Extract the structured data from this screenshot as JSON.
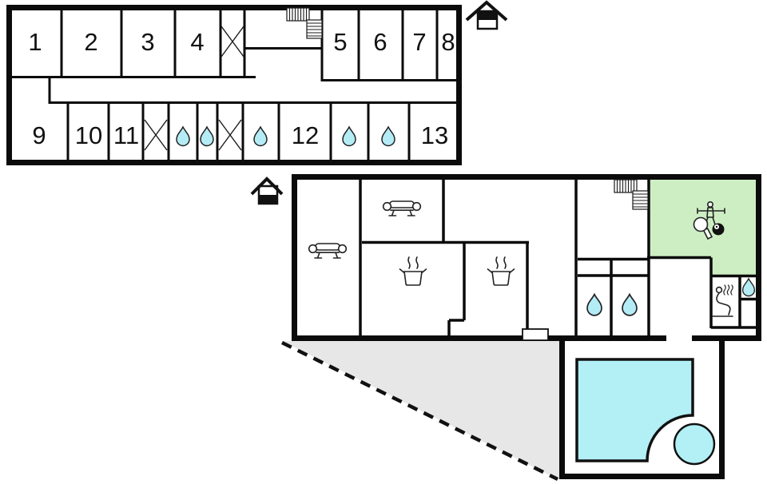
{
  "upper_floor": {
    "indicator": "house symbol with upper half filled (upper floor)",
    "room_numbers": [
      "1",
      "2",
      "3",
      "4",
      "5",
      "6",
      "7",
      "8",
      "9",
      "10",
      "11",
      "12",
      "13"
    ]
  },
  "ground_floor": {
    "indicator": "house symbol with lower half filled (ground floor)"
  },
  "icons": {
    "water_drop": "teardrop - bathroom / shower",
    "window_cross": "X cross - window symbol",
    "staircase": "hatched step band",
    "sofa": "couch - living room",
    "cooking_pot": "pot with steam - kitchen",
    "sauna": "reclining person with steam - sauna",
    "table_tennis_paddle": "paddle - games room",
    "billiard_ball": "eight ball - games room",
    "foosball_player": "table football figure - games room",
    "swimming_pool": "rectangular pool with cut corner",
    "hot_tub": "round tub beside pool",
    "terrace": "grey area with dashed boundary"
  },
  "colors": {
    "wall": "#0b0b0b",
    "water": "#b4ecf5",
    "pool": "#b2f0f6",
    "games_room": "#cdeec3",
    "terrace": "#e7e7e7",
    "background": "#ffffff"
  }
}
